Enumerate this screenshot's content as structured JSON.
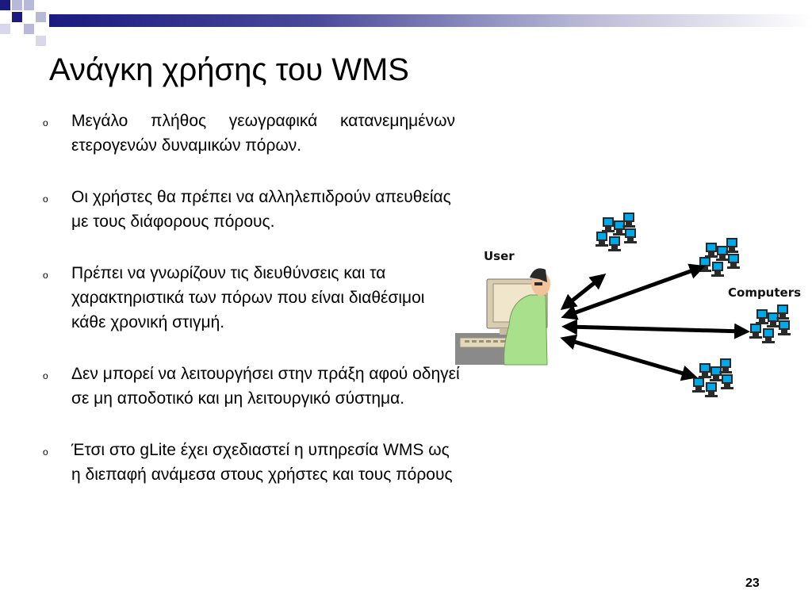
{
  "slide": {
    "title": "Ανάγκη χρήσης του WMS",
    "bullets": [
      "Μεγάλο πλήθος γεωγραφικά κατανεμημένων ετερογενών δυναμικών πόρων.",
      "Οι χρήστες θα πρέπει να αλληλεπιδρούν απευθείας με τους διάφορους πόρους.",
      "Πρέπει να γνωρίζουν τις διευθύνσεις και τα χαρακτηριστικά των πόρων που είναι διαθέσιμοι κάθε χρονική στιγμή.",
      "Δεν μπορεί να λειτουργήσει στην πράξη αφού οδηγεί σε μη αποδοτικό και μη λειτουργικό σύστημα.",
      "Έτσι στο gLite έχει σχεδιαστεί η υπηρεσία WMS ως η διεπαφή ανάμεσα στους χρήστες και τους πόρους"
    ],
    "bullet_marker": "o",
    "page_number": "23"
  },
  "diagram": {
    "user_label": "User",
    "computers_label": "Computers"
  },
  "colors": {
    "header_bar_dark": "#1a1a80",
    "monitor_screen": "#00a8e8",
    "shirt": "#a8e08c",
    "arrow": "#000000"
  }
}
